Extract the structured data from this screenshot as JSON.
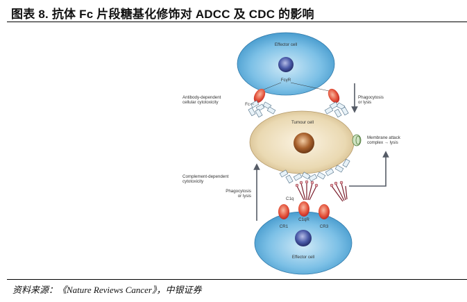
{
  "figure": {
    "title": "图表 8. 抗体 Fc 片段糖基化修饰对 ADCC 及 CDC 的影响",
    "source": "资料来源：《Nature Reviews Cancer》，中银证券"
  },
  "diagram": {
    "top_cell": {
      "label": "Effector cell",
      "receptor_label": "FcγR"
    },
    "tumour_cell": {
      "label": "Tumour cell"
    },
    "bottom_cell": {
      "label": "Effector cell",
      "receptors": [
        "CR1",
        "C1qR",
        "CR3"
      ]
    },
    "labels": {
      "adcc_line1": "Antibody-dependent",
      "adcc_line2": "cellular cytotoxicity",
      "fc": "Fc",
      "phago_top_line1": "Phagocytosis",
      "phago_top_line2": "or lysis",
      "mac_line1": "Membrane attack",
      "mac_line2": "complex → lysis",
      "cdc_line1": "Complement-dependent",
      "cdc_line2": "cytotoxicity",
      "phago_bottom_line1": "Phagocytosis",
      "phago_bottom_line2": "or lysis",
      "c1q": "C1q"
    },
    "colors": {
      "effector_cell": "#5aaedc",
      "tumour_cell": "#e8d7b0",
      "nucleus_effector": "#3b4a8f",
      "nucleus_tumour": "#9a5a2a",
      "receptor": "#d9443a",
      "arrow": "#555b66"
    }
  }
}
